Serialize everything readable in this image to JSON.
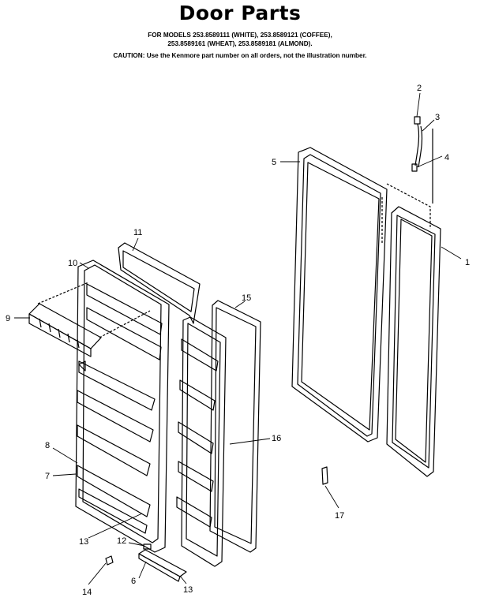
{
  "title": "Door Parts",
  "models_line1": "FOR MODELS 253.8589111 (WHITE), 253.8589121 (COFFEE),",
  "models_line2": "253.8589161 (WHEAT), 253.8589181 (ALMOND).",
  "caution": "CAUTION:  Use the Kenmore part number on all orders, not the illustration number.",
  "callouts": [
    "1",
    "2",
    "3",
    "4",
    "5",
    "6",
    "7",
    "8",
    "9",
    "10",
    "11",
    "12",
    "13",
    "14",
    "15",
    "16",
    "17"
  ],
  "callout_13_second": "13"
}
